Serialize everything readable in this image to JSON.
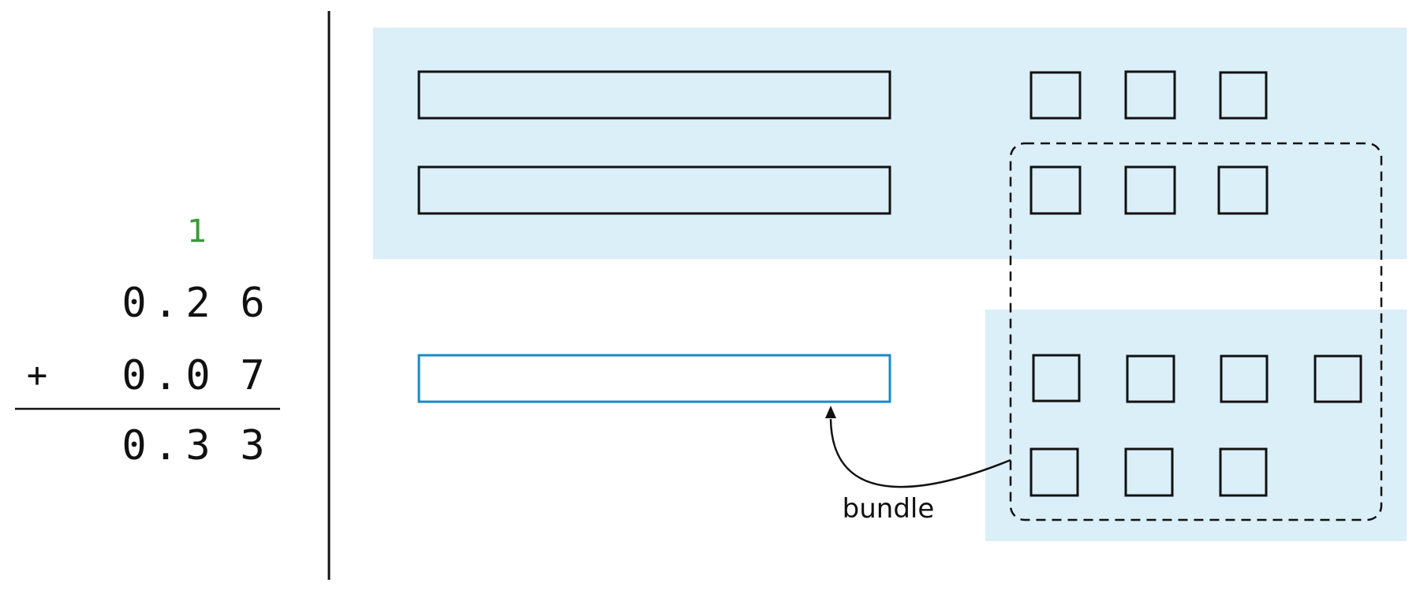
{
  "addition": {
    "carry": "1",
    "top": [
      "0",
      ".",
      "2",
      "6"
    ],
    "operator": "+",
    "bottom": [
      "0",
      ".",
      "0",
      "7"
    ],
    "result": [
      "0",
      ".",
      "3",
      "3"
    ]
  },
  "diagram": {
    "top_group": {
      "tenths": 2,
      "hundredths": 6
    },
    "bottom_group": {
      "hundredths": 7
    },
    "new_tenth_from_bundle": 1,
    "bundle_label": "bundle"
  },
  "colors": {
    "panel_fill": "#daeff7",
    "stroke": "#111111",
    "carry": "#3a9a3a",
    "new_tenth_outline": "#1a8ac9",
    "dashed_group": "#111111"
  }
}
